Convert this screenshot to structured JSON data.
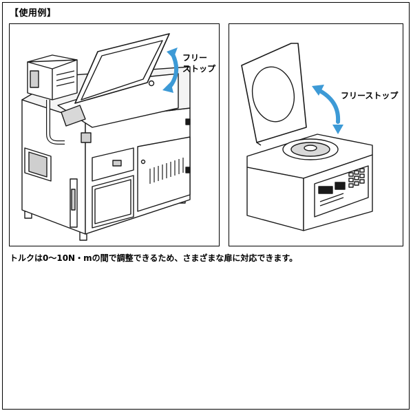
{
  "title": "【使用例】",
  "left_panel": {
    "callout_line1": "フリー",
    "callout_line2": "ストップ"
  },
  "right_panel": {
    "callout": "フリーストップ"
  },
  "caption": "トルクは0〜10N・mの間で調整できるため、さまざまな扉に対応できます。",
  "colors": {
    "arrow": "#3d9ad6",
    "line": "#1a1a1a",
    "panel_gray": "#cfcfcf"
  },
  "icons": [
    "rotate-arrow-icon"
  ]
}
